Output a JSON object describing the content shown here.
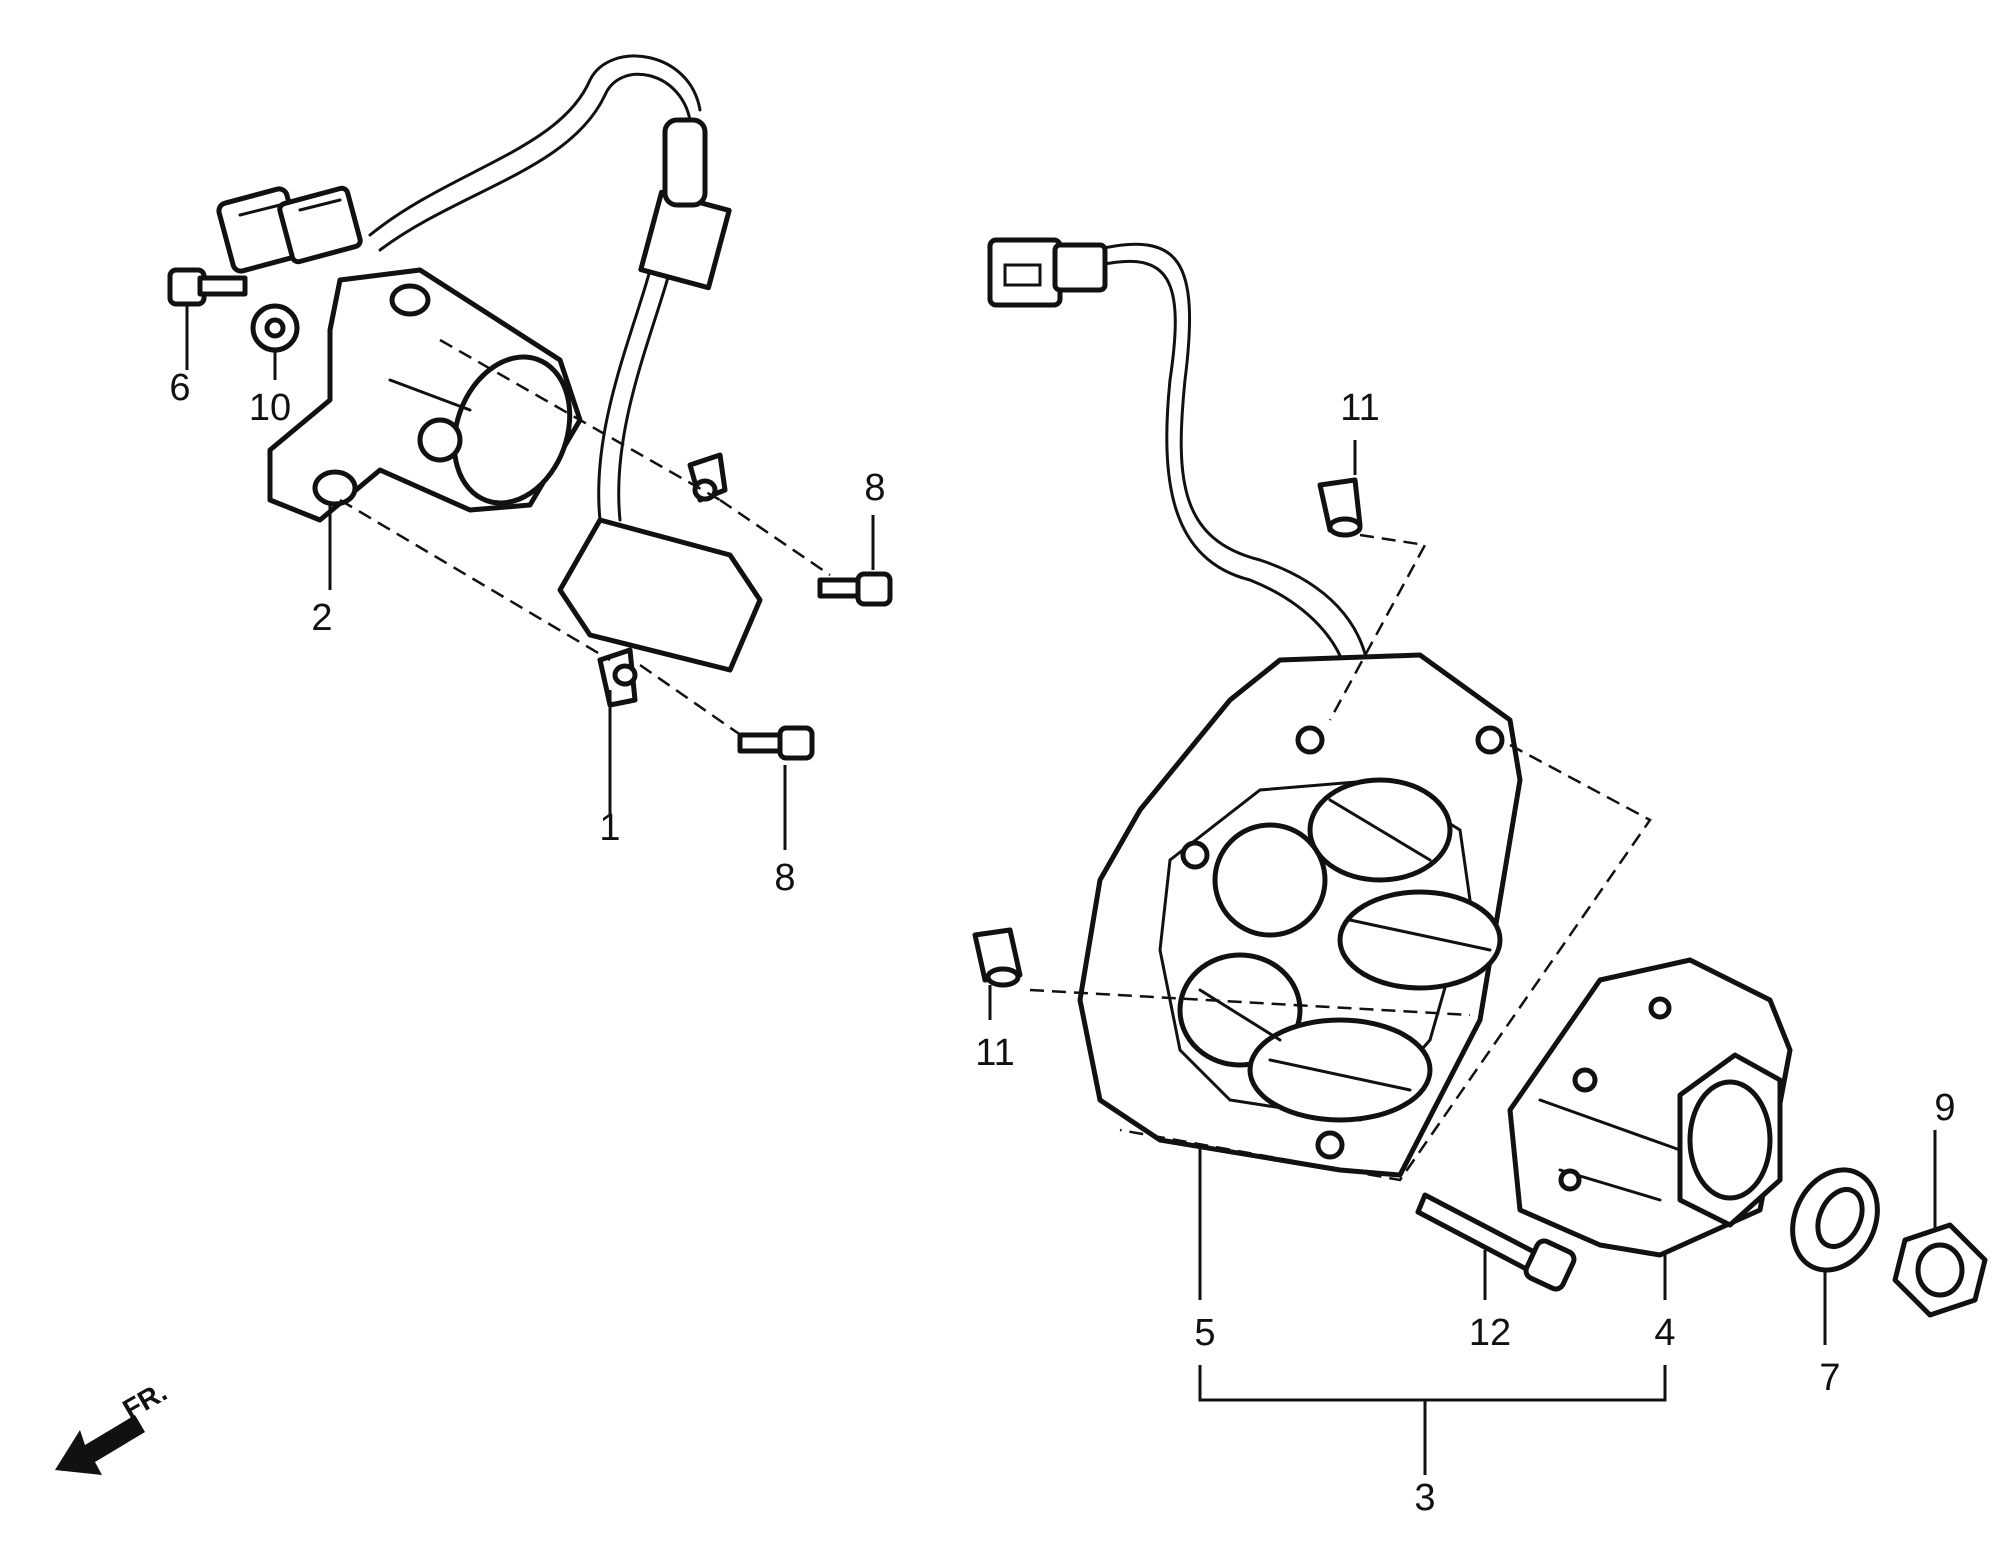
{
  "callouts": {
    "c1": "1",
    "c2": "2",
    "c3": "3",
    "c4": "4",
    "c5": "5",
    "c6": "6",
    "c7": "7",
    "c8a": "8",
    "c8b": "8",
    "c9": "9",
    "c10": "10",
    "c11a": "11",
    "c11b": "11",
    "c12": "12"
  },
  "direction": {
    "label": "FR."
  },
  "icons": [
    "pulse-generator-icon",
    "bracket-icon",
    "stator-icon",
    "flywheel-rotor-icon",
    "bolt-icon",
    "washer-icon",
    "nut-icon",
    "dowel-pin-icon",
    "connector-icon",
    "front-arrow-icon"
  ]
}
